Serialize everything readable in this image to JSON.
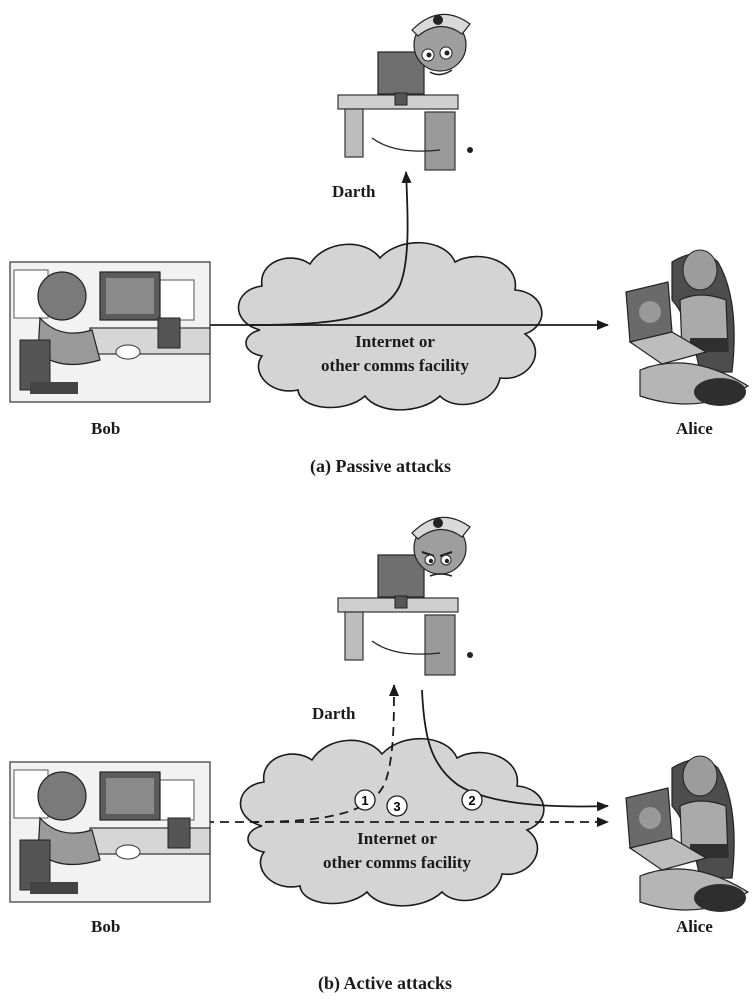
{
  "panels": [
    {
      "caption": "(a) Passive attacks",
      "attacker_label": "Darth",
      "sender_label": "Bob",
      "receiver_label": "Alice",
      "network_line1": "Internet or",
      "network_line2": "other comms facility"
    },
    {
      "caption": "(b) Active attacks",
      "attacker_label": "Darth",
      "sender_label": "Bob",
      "receiver_label": "Alice",
      "network_line1": "Internet or",
      "network_line2": "other comms facility",
      "path_markers": [
        "1",
        "2",
        "3"
      ]
    }
  ],
  "icons": {
    "attacker": "hacker-at-computer-icon",
    "sender": "man-at-office-desk-icon",
    "receiver": "woman-with-laptop-icon",
    "network": "cloud-icon"
  },
  "colors": {
    "cloud_fill": "#d4d4d4",
    "line": "#1a1a1a"
  }
}
